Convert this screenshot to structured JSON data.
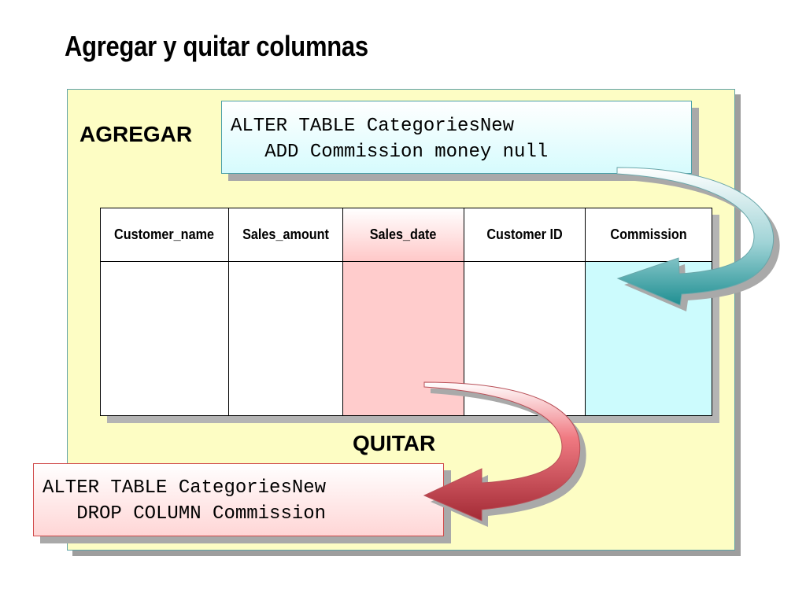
{
  "slide": {
    "title": "Agregar y quitar columnas"
  },
  "labels": {
    "add": "AGREGAR",
    "remove": "QUITAR"
  },
  "code": {
    "add_line1": "ALTER TABLE CategoriesNew",
    "add_line2": "   ADD Commission money null",
    "drop_line1": "ALTER TABLE CategoriesNew",
    "drop_line2": "   DROP COLUMN Commission"
  },
  "table": {
    "columns": [
      {
        "name": "Customer_name",
        "highlight": "none"
      },
      {
        "name": "Sales_amount",
        "highlight": "none"
      },
      {
        "name": "Sales_date",
        "highlight": "red"
      },
      {
        "name": "Customer ID",
        "highlight": "none"
      },
      {
        "name": "Commission",
        "highlight": "cyan"
      }
    ]
  },
  "colors": {
    "panel": "#fdfdc4",
    "removed_column": "#ffcccc",
    "added_column": "#ccfbfd",
    "add_arrow": "#2e9a9a",
    "remove_arrow": "#d9434e"
  }
}
